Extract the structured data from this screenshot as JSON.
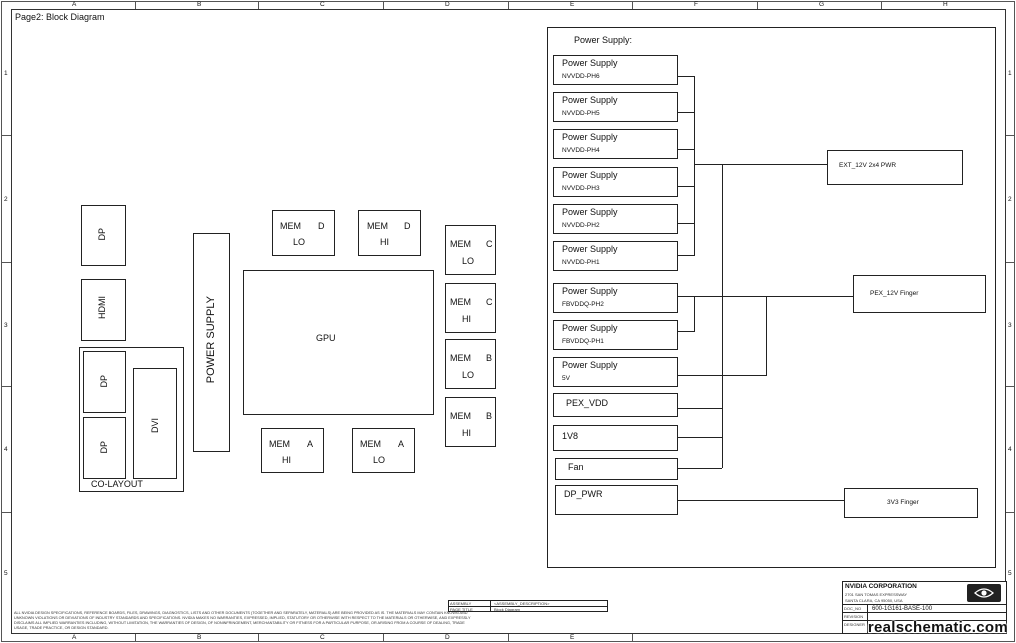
{
  "page_title": "Page2: Block Diagram",
  "border": {
    "cols": [
      "A",
      "B",
      "C",
      "D",
      "E",
      "F",
      "G",
      "H"
    ],
    "rows": [
      "1",
      "2",
      "3",
      "4",
      "5"
    ]
  },
  "left_connectors": {
    "dp_top": "DP",
    "hdmi": "HDMI",
    "dp_a": "DP",
    "dp_b": "DP",
    "dvi": "DVI",
    "co_layout": "CO-LAYOUT"
  },
  "power_supply_bar": "POWER SUPPLY",
  "gpu": "GPU",
  "memories": {
    "d_lo": {
      "mem": "MEM",
      "ch": "D",
      "half": "LO"
    },
    "d_hi": {
      "mem": "MEM",
      "ch": "D",
      "half": "HI"
    },
    "c_lo": {
      "mem": "MEM",
      "ch": "C",
      "half": "LO"
    },
    "c_hi": {
      "mem": "MEM",
      "ch": "C",
      "half": "HI"
    },
    "b_lo": {
      "mem": "MEM",
      "ch": "B",
      "half": "LO"
    },
    "b_hi": {
      "mem": "MEM",
      "ch": "B",
      "half": "HI"
    },
    "a_hi": {
      "mem": "MEM",
      "ch": "A",
      "half": "HI"
    },
    "a_lo": {
      "mem": "MEM",
      "ch": "A",
      "half": "LO"
    }
  },
  "power_section": {
    "title": "Power Supply:",
    "supplies": [
      {
        "label": "Power Supply",
        "rail": "NVVDD-PH6"
      },
      {
        "label": "Power Supply",
        "rail": "NVVDD-PH5"
      },
      {
        "label": "Power Supply",
        "rail": "NVVDD-PH4"
      },
      {
        "label": "Power Supply",
        "rail": "NVVDD-PH3"
      },
      {
        "label": "Power Supply",
        "rail": "NVVDD-PH2"
      },
      {
        "label": "Power Supply",
        "rail": "NVVDD-PH1"
      },
      {
        "label": "Power Supply",
        "rail": "FBVDDQ-PH2"
      },
      {
        "label": "Power Supply",
        "rail": "FBVDDQ-PH1"
      },
      {
        "label": "Power Supply",
        "rail": "5V"
      }
    ],
    "rails": [
      "PEX_VDD",
      "1V8",
      "Fan",
      "DP_PWR"
    ],
    "sources": {
      "ext": "EXT_12V 2x4 PWR",
      "pex": "PEX_12V Finger",
      "v33": "3V3 Finger"
    }
  },
  "title_block": {
    "company": "NVIDIA CORPORATION",
    "part_number": "600-1G161-BASE-100",
    "addr1": "2701 SAN TOMAS EXPRESSWAY",
    "addr2": "SANTA CLARA, CA 95050, USA",
    "assembly_label": "ASSEMBLY",
    "assembly_value": "<ASSEMBLY_DESCRIPTION>",
    "page_title_label": "PAGE TITLE",
    "page_title_value": "Block Diagram",
    "fields": [
      "DOC_NO",
      "REVISION",
      "DESIGNER"
    ]
  },
  "disclaimer": "ALL NVIDIA DESIGN SPECIFICATIONS, REFERENCE BOARDS, FILES, DRAWINGS, DIAGNOSTICS, LISTS AND OTHER DOCUMENTS (TOGETHER AND SEPARATELY, MATERIALS) ARE BEING PROVIDED AS IS. THE MATERIALS MAY CONTAIN KNOWN AND UNKNOWN VIOLATIONS OR DEVIATIONS OF INDUSTRY STANDARDS AND SPECIFICATIONS. NVIDIA MAKES NO WARRANTIES, EXPRESSED, IMPLIED, STATUTORY OR OTHERWISE WITH RESPECT TO THE MATERIALS OR OTHERWISE, AND EXPRESSLY DISCLAIMS ALL IMPLIED WARRANTIES INCLUDING, WITHOUT LIMITATION, THE WARRANTIES OF DESIGN, OF NONINFRINGEMENT, MERCHANTABILITY OR FITNESS FOR A PARTICULAR PURPOSE, OR ARISING FROM A COURSE OF DEALING, TRADE USAGE, TRADE PRACTICE, OR DESIGN STANDARD.",
  "watermark": "realschematic.com"
}
